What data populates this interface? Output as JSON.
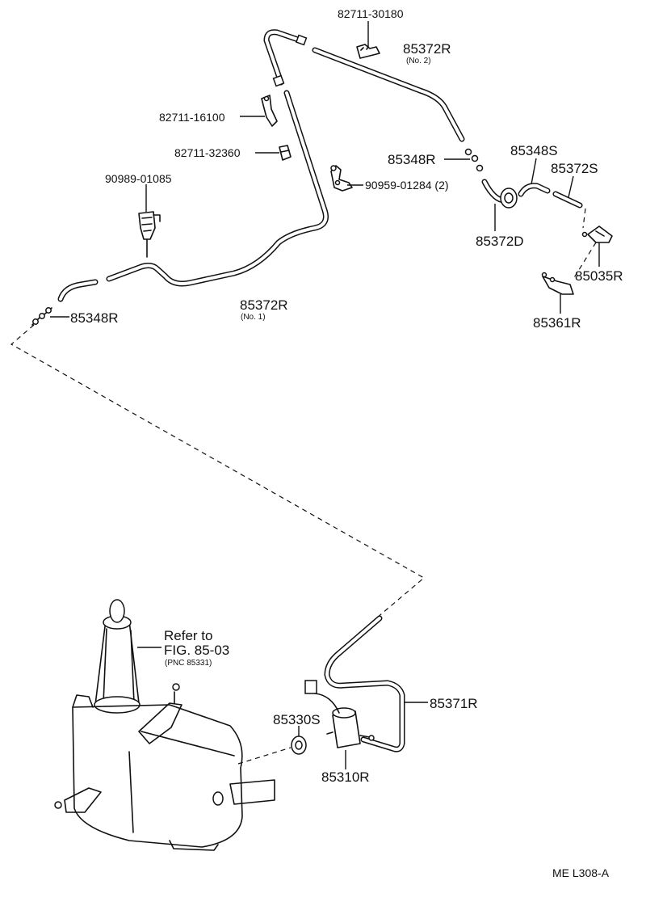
{
  "labels": {
    "p82711_30180": "82711-30180",
    "p85372R_top": "85372R",
    "p85372R_top_sub": "(No. 2)",
    "p82711_16100": "82711-16100",
    "p82711_32360": "82711-32360",
    "p85348R_mid": "85348R",
    "p85348S": "85348S",
    "p85372S": "85372S",
    "p90989_01085": "90989-01085",
    "p90959_01284": "90959-01284 (2)",
    "p85372D": "85372D",
    "p85035R": "85035R",
    "p85372R_low": "85372R",
    "p85372R_low_sub": "(No. 1)",
    "p85348R_left": "85348R",
    "p85361R": "85361R",
    "refer_line1": "Refer to",
    "refer_line2": "FIG. 85-03",
    "refer_line3": "(PNC 85331)",
    "p85371R": "85371R",
    "p85330S": "85330S",
    "p85310R": "85310R",
    "figure_code": "ME  L308-A"
  }
}
